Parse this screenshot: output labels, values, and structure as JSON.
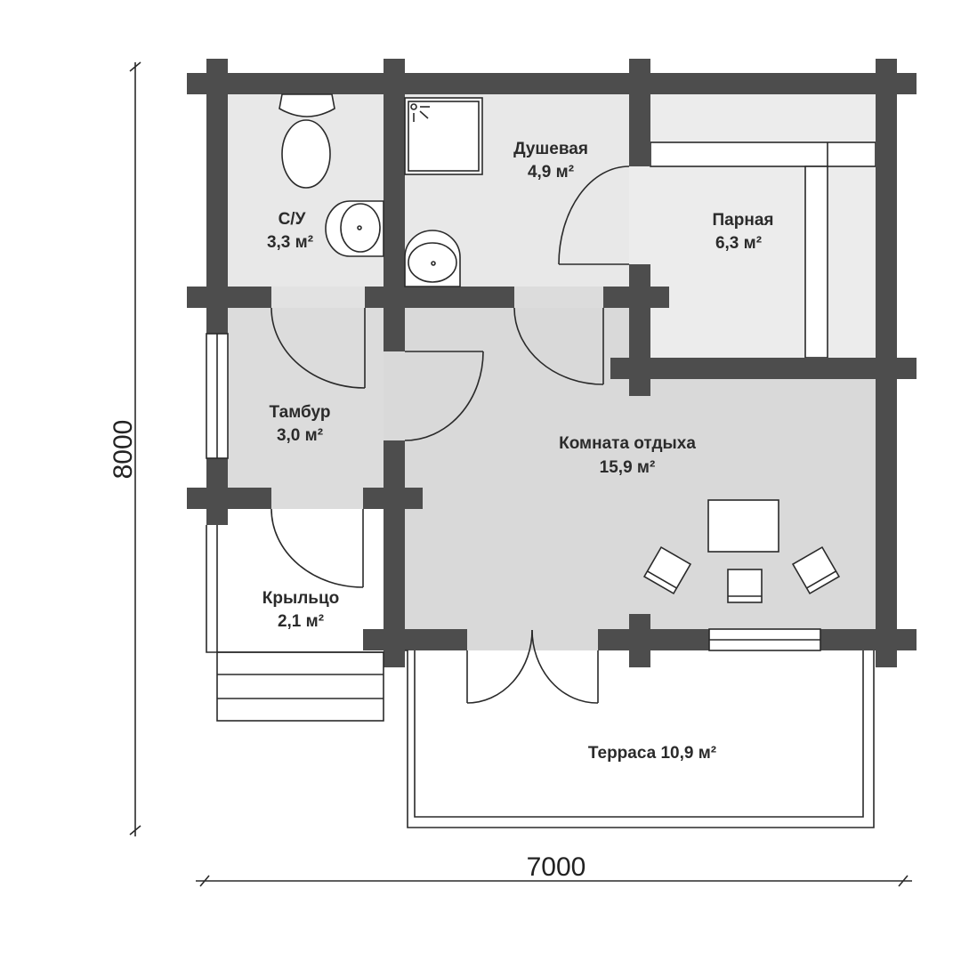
{
  "rooms": {
    "dushevaya": {
      "name": "Душевая",
      "area": "4,9 м²"
    },
    "su": {
      "name": "С/У",
      "area": "3,3 м²"
    },
    "parnaya": {
      "name": "Парная",
      "area": "6,3 м²"
    },
    "tambur": {
      "name": "Тамбур",
      "area": "3,0 м²"
    },
    "komnata": {
      "name": "Комната отдыха",
      "area": "15,9 м²"
    },
    "krylco": {
      "name": "Крыльцо",
      "area": "2,1 м²"
    },
    "terrasa": {
      "label": "Терраса 10,9 м²"
    }
  },
  "dimensions": {
    "height": "8000",
    "width": "7000"
  },
  "colors": {
    "wall": "#4d4d4d",
    "room_dark": "#d9d9d9",
    "room_light": "#e9e9e9"
  }
}
